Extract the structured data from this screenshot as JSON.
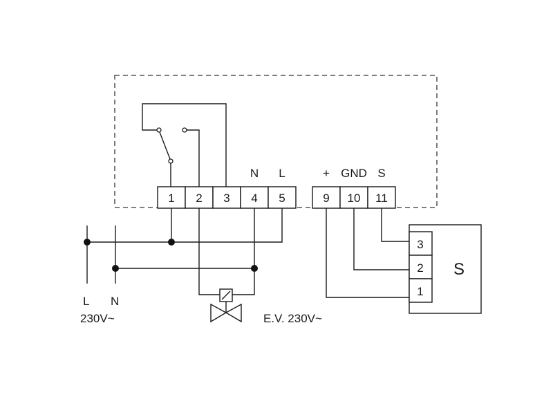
{
  "controller": {
    "terminals": [
      "1",
      "2",
      "3",
      "4",
      "5",
      "9",
      "10",
      "11"
    ],
    "labels": {
      "N": "N",
      "L": "L",
      "plus": "+",
      "gnd": "GND",
      "s": "S"
    }
  },
  "mains": {
    "l": "L",
    "n": "N",
    "voltage": "230V~"
  },
  "valve": {
    "label": "E.V. 230V~"
  },
  "sensor": {
    "name": "S",
    "terminals": [
      "3",
      "2",
      "1"
    ]
  }
}
